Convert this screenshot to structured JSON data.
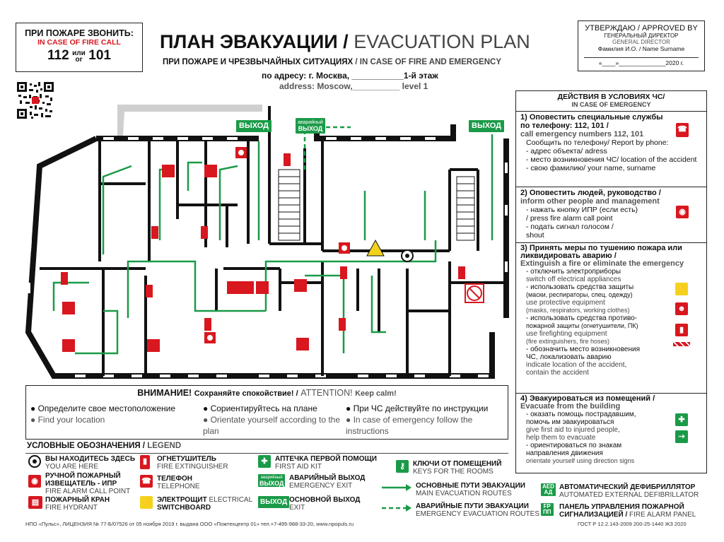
{
  "call_box": {
    "line1": "ПРИ ПОЖАРЕ ЗВОНИТЬ:",
    "line2": "IN CASE OF FIRE CALL",
    "num1": "112",
    "or_ru": "или",
    "or_en": "or",
    "num2": "101"
  },
  "title": {
    "ru": "ПЛАН ЭВАКУАЦИИ /",
    "en": "EVACUATION PLAN",
    "sub_ru": "ПРИ ПОЖАРЕ И ЧРЕЗВЫЧАЙНЫХ СИТУАЦИЯХ",
    "sub_en": "/ IN CASE OF FIRE AND EMERGENCY",
    "addr_ru": "по адресу: г. Москва, ___________1-й этаж",
    "addr_en": "address: Moscow,__________ level 1"
  },
  "approved": {
    "head": "УТВЕРЖДАЮ / APPROVED BY",
    "role_ru": "ГЕНЕРАЛЬНЫЙ ДИРЕКТОР",
    "role_en": "GENERAL DIRECTOR",
    "name": "Фамилия И.О. / Name Surname",
    "date": "«____»______________2020 г."
  },
  "map": {
    "exit1": "ВЫХОД",
    "exit2_top": "аварийный",
    "exit2_bottom": "ВЫХОД",
    "exit3": "ВЫХОД"
  },
  "actions": {
    "title_ru": "ДЕЙСТВИЯ В УСЛОВИЯХ ЧС/",
    "title_en": "IN CASE OF EMERGENCY",
    "s1_h_ru": "1) Оповестить специальные службы по телефону: 112, 101 /",
    "s1_h_en": "call emergency numbers 112, 101",
    "s1_l1": "Сообщить по телефону/ Report by phone:",
    "s1_l2": "- адрес объекта/ adress",
    "s1_l3": "- место возникновения ЧС/ location of the accident",
    "s1_l4": "- свою фамилию/ your name, surname",
    "s2_h_ru": "2) Оповестить людей, руководство /",
    "s2_h_en": "inform other people and management",
    "s2_l1": "- нажать кнопку ИПР (если есть)",
    "s2_l2": "/ press fire alarm call point",
    "s2_l3": "- подать сигнал голосом /",
    "s2_l4": "shout",
    "s3_h_ru": "3) Принять меры по тушению пожара или ликвидировать аварию /",
    "s3_h_en": "Extinguish a fire or eliminate the emergency",
    "s3_l1": "- отключить электроприборы",
    "s3_l2": "switch off electrical appliances",
    "s3_l3": "- использовать средства защиты",
    "s3_l4": "(маски, респираторы, спец. одежду)",
    "s3_l5": "use protective equipment",
    "s3_l6": "(masks, respirators, working clothes)",
    "s3_l7": "- использовать средства противо-",
    "s3_l8": "пожарной защиты (огнетушители, ПК)",
    "s3_l9": "use firefighting equipment",
    "s3_l10": "(fire extinguishers, fire hoses)",
    "s3_l11": "- обозначить место возникновения",
    "s3_l12": "ЧС, локализовать аварию",
    "s3_l13": "indicate location of the accident,",
    "s3_l14": "contain the accident",
    "s4_h_ru": "4) Эвакуироваться из помещений /",
    "s4_h_en": "Evacuate from the building",
    "s4_l1": "- оказать помощь пострадавшим,",
    "s4_l2": "помочь им эвакуироваться",
    "s4_l3": "give first aid to injured people,",
    "s4_l4": "help them to evacuate",
    "s4_l5": "- ориентироваться по знакам",
    "s4_l6": "направления движения",
    "s4_l7": "orientate yourself using direction signs"
  },
  "attention": {
    "head_ru": "ВНИМАНИЕ!",
    "head_ru2": "Сохраняйте спокойствие! /",
    "head_en": "ATTENTION!",
    "head_en2": "Keep calm!",
    "c1_ru": "Определите свое местоположение",
    "c1_en": "Find your location",
    "c2_ru": "Сориентируйтесь на плане",
    "c2_en": "Orientate yourself according to the plan",
    "c3_ru": "При ЧС действуйте по инструкции",
    "c3_en": "In case of emergency follow the instructions"
  },
  "legend": {
    "title_ru": "УСЛОВНЫЕ ОБОЗНАЧЕНИЯ /",
    "title_en": "LEGEND",
    "here_ru": "ВЫ НАХОДИТЕСЬ ЗДЕСЬ",
    "here_en": "YOU ARE HERE",
    "ipr_ru": "РУЧНОЙ ПОЖАРНЫЙ ИЗВЕЩАТЕЛЬ - ИПР",
    "ipr_en": "FIRE ALARM CALL POINT",
    "hydrant_ru": "ПОЖАРНЫЙ КРАН",
    "hydrant_en": "FIRE HYDRANT",
    "ext_ru": "ОГНЕТУШИТЕЛЬ",
    "ext_en": "FIRE EXTINGUISHER",
    "tel_ru": "ТЕЛЕФОН",
    "tel_en": "TELEPHONE",
    "elec_ru": "ЭЛЕКТРОЩИТ",
    "elec_en": "ELECTRICAL",
    "elec_en2": "SWITCHBOARD",
    "aid_ru": "АПТЕЧКА ПЕРВОЙ ПОМОЩИ",
    "aid_en": "FIRST AID KIT",
    "emexit_ru": "АВАРИЙНЫЙ ВЫХОД",
    "emexit_en": "EMERGENCY EXIT",
    "exit_ru": "ОСНОВНОЙ ВЫХОД",
    "exit_en": "EXIT",
    "keys_ru": "КЛЮЧИ ОТ ПОМЕЩЕНИЙ",
    "keys_en": "KEYS FOR THE ROOMS",
    "main_ru": "ОСНОВНЫЕ ПУТИ ЭВАКУАЦИИ",
    "main_en": "MAIN EVACUATION ROUTES",
    "em_ru": "АВАРИЙНЫЕ ПУТИ ЭВАКУАЦИИ",
    "em_en": "EMERGENCY EVACUATION ROUTES",
    "aed_ru": "АВТОМАТИЧЕСКИЙ ДЕФИБРИЛЛЯТОР",
    "aed_en": "AUTOMATED EXTERNAL DEFIBRILLATOR",
    "panel_ru": "ПАНЕЛЬ УПРАВЛЕНИЯ ПОЖАРНОЙ",
    "panel_ru2": "СИГНАЛИЗАЦИЕЙ /",
    "panel_en": "FIRE ALARM PANEL",
    "exit_sign": "ВЫХОД",
    "emexit_sign_top": "аварийный",
    "emexit_sign_bottom": "ВЫХОД",
    "aed_sign_top": "AED",
    "aed_sign_bottom": "АД",
    "fp_sign_top": "FP",
    "fp_sign_bottom": "ПП"
  },
  "footer": {
    "left": "НПО «Пульс», ЛИЦЕНЗИЯ № 77-Б/07526 от 05 ноября 2019 г. выдана ООО «Пожтехцентр 01» тел.+7-495-988-33-20, www.npopuls.ru",
    "right": "ГОСТ Р 12.2.143-2009 200-25-1440 ЖЗ 2020"
  },
  "colors": {
    "red": "#d8171f",
    "green": "#1a9a48",
    "yellow": "#f4d21c",
    "wall": "#111111"
  }
}
